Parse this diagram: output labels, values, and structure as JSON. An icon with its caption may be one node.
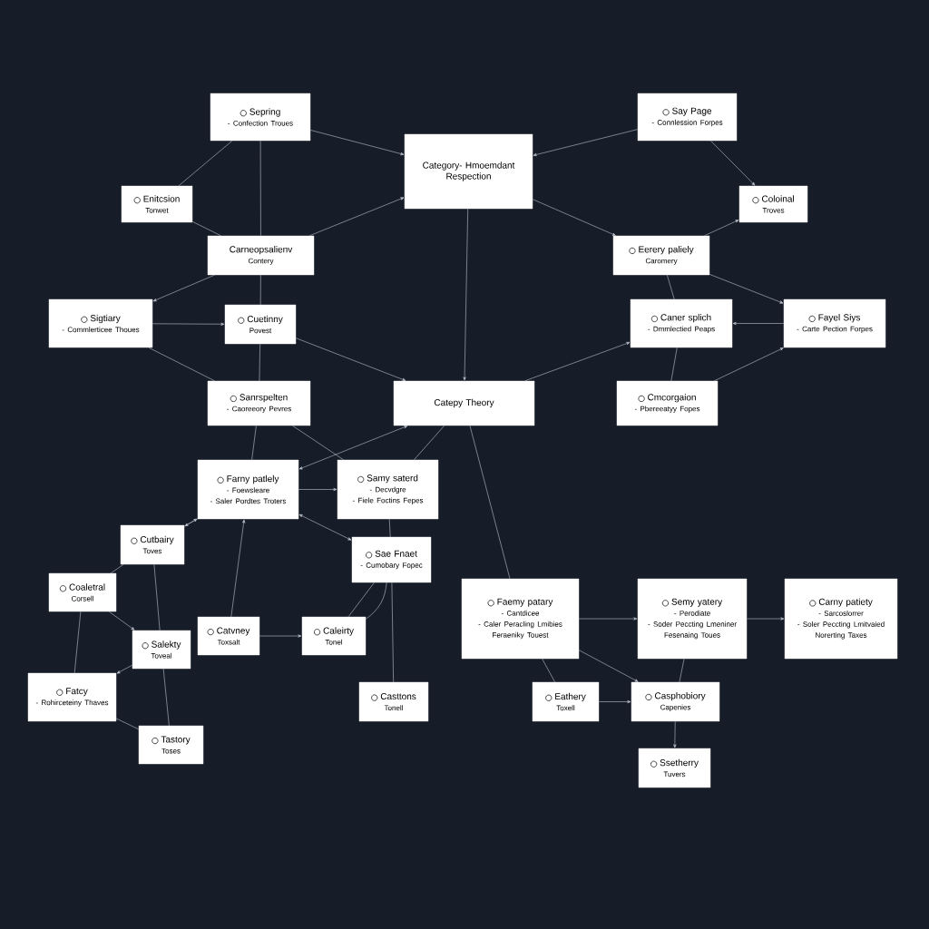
{
  "diagram": {
    "nodes": [
      {
        "text": [
          "Sepring",
          "- Confection Troues"
        ]
      },
      {
        "text": [
          "Category- Hmoemdant Respection"
        ]
      },
      {
        "text": [
          "Say Page",
          "- Connlession Forpes"
        ]
      },
      {
        "text": [
          "Enitcsion",
          "Tonwet"
        ]
      },
      {
        "text": [
          "Coloinal",
          "Troves"
        ]
      },
      {
        "text": [
          "Carneopsalienv",
          "Contery"
        ]
      },
      {
        "text": [
          "Eerery paliely",
          "Caromery"
        ]
      },
      {
        "text": [
          "Sigtiary",
          "- Commlerticee Thoues"
        ]
      },
      {
        "text": [
          "Cuetinny",
          "Povest"
        ]
      },
      {
        "text": [
          "Caner splich",
          "- Dmmlectied Peaps"
        ]
      },
      {
        "text": [
          "Fayel Siys",
          "- Carte Pection Forpes"
        ]
      },
      {
        "text": [
          "Sanrspelten",
          "- Caoreeory Pevres"
        ]
      },
      {
        "text": [
          "Catepy Theory"
        ]
      },
      {
        "text": [
          "Cmcorgaion",
          "- Pbereeatyy Fopes"
        ]
      },
      {
        "text": [
          "Farny patlely",
          "- Foewsleare",
          "- Saler Pordtes Troters"
        ]
      },
      {
        "text": [
          "Samy saterd",
          "- Decvdgre",
          "- Fiele Foctins Fepes"
        ]
      },
      {
        "text": [
          "Cutbairy",
          "Toves"
        ]
      },
      {
        "text": [
          "Sae Fnaet",
          "- Cumobary Fopec"
        ]
      },
      {
        "text": [
          "Coaletral",
          "Corsell"
        ]
      },
      {
        "text": [
          "Faemy patary",
          "- Cantdicee",
          "- Caler Peracling Lmibies",
          "Feraeniky Touest"
        ]
      },
      {
        "text": [
          "Semy yatery",
          "- Perodiate",
          "- Soder Peccting Lmeniner",
          "Fesenaing Toues"
        ]
      },
      {
        "text": [
          "Carny patiety",
          "- Sarcoslorrer",
          "- Soler Peccting Lmitvaied",
          "Norerting Taxes"
        ]
      },
      {
        "text": [
          "Catvney",
          "Toxsalt"
        ]
      },
      {
        "text": [
          "Caleirty",
          "Tonel"
        ]
      },
      {
        "text": [
          "Salekty",
          "Toveal"
        ]
      },
      {
        "text": [
          "Fatcy",
          "- Rohirceteiny Thaves"
        ]
      },
      {
        "text": [
          "Eathery",
          "Toxell"
        ]
      },
      {
        "text": [
          "Casphobiory",
          "Capenies"
        ]
      },
      {
        "text": [
          "Casttons",
          "Tonell"
        ]
      },
      {
        "text": [
          "Tastory",
          "Toses"
        ]
      },
      {
        "text": [
          "Ssetherry",
          "Tuvers"
        ]
      }
    ],
    "edges": [
      {
        "from": 0,
        "to": 3,
        "arrow": "none"
      },
      {
        "from": 0,
        "to": 1,
        "arrow": "to"
      },
      {
        "from": 0,
        "to": 5,
        "arrow": "none"
      },
      {
        "from": 3,
        "to": 5,
        "arrow": "none"
      },
      {
        "from": 5,
        "to": 1,
        "arrow": "to"
      },
      {
        "from": 2,
        "to": 1,
        "arrow": "to"
      },
      {
        "from": 2,
        "to": 4,
        "arrow": "to"
      },
      {
        "from": 1,
        "to": 6,
        "arrow": "to"
      },
      {
        "from": 6,
        "to": 4,
        "arrow": "to"
      },
      {
        "from": 1,
        "to": 12,
        "arrow": "to"
      },
      {
        "from": 5,
        "to": 7,
        "arrow": "to"
      },
      {
        "from": 5,
        "to": 8,
        "arrow": "none"
      },
      {
        "from": 7,
        "to": 8,
        "arrow": "to"
      },
      {
        "from": 7,
        "to": 11,
        "arrow": "none"
      },
      {
        "from": 8,
        "to": 11,
        "arrow": "none"
      },
      {
        "from": 8,
        "to": 12,
        "arrow": "to"
      },
      {
        "from": 6,
        "to": 9,
        "arrow": "none"
      },
      {
        "from": 6,
        "to": 10,
        "arrow": "to"
      },
      {
        "from": 10,
        "to": 9,
        "arrow": "to"
      },
      {
        "from": 12,
        "to": 9,
        "arrow": "to"
      },
      {
        "from": 9,
        "to": 13,
        "arrow": "none"
      },
      {
        "from": 13,
        "to": 10,
        "arrow": "to"
      },
      {
        "from": 11,
        "to": 14,
        "arrow": "none"
      },
      {
        "from": 11,
        "to": 15,
        "arrow": "none"
      },
      {
        "from": 12,
        "to": 14,
        "arrow": "both"
      },
      {
        "from": 15,
        "to": 12,
        "arrow": "none"
      },
      {
        "from": 14,
        "to": 15,
        "arrow": "to"
      },
      {
        "from": 14,
        "to": 16,
        "arrow": "to"
      },
      {
        "from": 16,
        "to": 14,
        "arrow": "to"
      },
      {
        "from": 14,
        "to": 17,
        "arrow": "both"
      },
      {
        "from": 15,
        "to": 17,
        "arrow": "none"
      },
      {
        "from": 22,
        "to": 14,
        "arrow": "to"
      },
      {
        "from": 22,
        "to": 23,
        "arrow": "to"
      },
      {
        "from": 23,
        "to": 17,
        "arrow": "none"
      },
      {
        "from": 23,
        "to": 17,
        "arrow": "none"
      },
      {
        "from": 17,
        "to": 28,
        "arrow": "none"
      },
      {
        "from": 16,
        "to": 18,
        "arrow": "none"
      },
      {
        "from": 16,
        "to": 24,
        "arrow": "none"
      },
      {
        "from": 18,
        "to": 24,
        "arrow": "to"
      },
      {
        "from": 18,
        "to": 25,
        "arrow": "none"
      },
      {
        "from": 24,
        "to": 25,
        "arrow": "to"
      },
      {
        "from": 24,
        "to": 29,
        "arrow": "none"
      },
      {
        "from": 25,
        "to": 29,
        "arrow": "none"
      },
      {
        "from": 12,
        "to": 19,
        "arrow": "none"
      },
      {
        "from": 19,
        "to": 20,
        "arrow": "to"
      },
      {
        "from": 20,
        "to": 21,
        "arrow": "to"
      },
      {
        "from": 19,
        "to": 27,
        "arrow": "to"
      },
      {
        "from": 19,
        "to": 26,
        "arrow": "none"
      },
      {
        "from": 26,
        "to": 27,
        "arrow": "to"
      },
      {
        "from": 20,
        "to": 27,
        "arrow": "none"
      },
      {
        "from": 27,
        "to": 30,
        "arrow": "to"
      }
    ]
  }
}
